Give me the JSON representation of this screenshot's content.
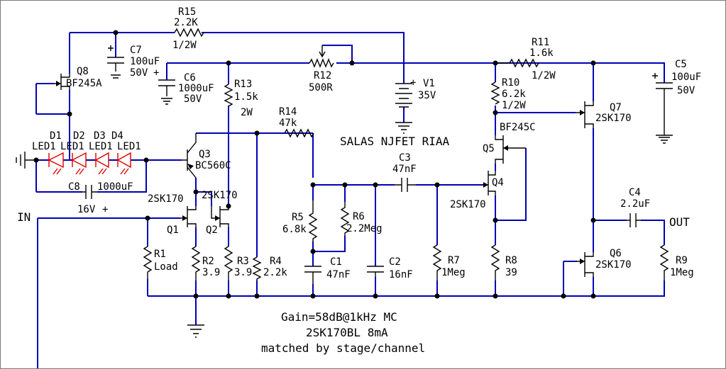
{
  "title": "SALAS NJFET RIAA",
  "notes": [
    "Gain=58dB@1kHz MC",
    "2SK170BL 8mA",
    "matched by stage/channel"
  ],
  "ports": {
    "input": "IN",
    "output": "OUT"
  },
  "colors": {
    "wire": "#0000b4",
    "component": "#000000",
    "led": "#dd0000",
    "frame": "#7a7a7a"
  },
  "resistors": [
    {
      "ref": "R1",
      "value": "Load"
    },
    {
      "ref": "R2",
      "value": "3.9"
    },
    {
      "ref": "R3",
      "value": "3.9"
    },
    {
      "ref": "R4",
      "value": "2.2k"
    },
    {
      "ref": "R5",
      "value": "6.8k"
    },
    {
      "ref": "R6",
      "value": "2.2Meg"
    },
    {
      "ref": "R7",
      "value": "1Meg"
    },
    {
      "ref": "R8",
      "value": "39"
    },
    {
      "ref": "R9",
      "value": "1Meg"
    },
    {
      "ref": "R10",
      "value": "6.2k",
      "rating": "1/2W"
    },
    {
      "ref": "R11",
      "value": "1.6k",
      "rating": "1/2W"
    },
    {
      "ref": "R12",
      "value": "500R"
    },
    {
      "ref": "R13",
      "value": "1.5k",
      "rating": "2W"
    },
    {
      "ref": "R14",
      "value": "47k"
    },
    {
      "ref": "R15",
      "value": "2.2K",
      "rating": "1/2W"
    }
  ],
  "capacitors": [
    {
      "ref": "C1",
      "value": "47nF"
    },
    {
      "ref": "C2",
      "value": "16nF"
    },
    {
      "ref": "C3",
      "value": "47nF"
    },
    {
      "ref": "C4",
      "value": "2.2uF"
    },
    {
      "ref": "C5",
      "value": "100uF",
      "rating": "50V"
    },
    {
      "ref": "C6",
      "value": "1000uF",
      "rating": "50V"
    },
    {
      "ref": "C7",
      "value": "100uF",
      "rating": "50V"
    },
    {
      "ref": "C8",
      "value": "1000uF",
      "rating": "16V"
    }
  ],
  "transistors": [
    {
      "ref": "Q1",
      "part": "2SK170"
    },
    {
      "ref": "Q2",
      "part": "2SK170"
    },
    {
      "ref": "Q3",
      "part": "BC560C"
    },
    {
      "ref": "Q4",
      "part": "2SK170"
    },
    {
      "ref": "Q5",
      "part": "BF245C"
    },
    {
      "ref": "Q6",
      "part": "2SK170"
    },
    {
      "ref": "Q7",
      "part": "2SK170"
    },
    {
      "ref": "Q8",
      "part": "BF245A"
    }
  ],
  "diodes": [
    {
      "ref": "D1",
      "part": "LED1"
    },
    {
      "ref": "D2",
      "part": "LED1"
    },
    {
      "ref": "D3",
      "part": "LED1"
    },
    {
      "ref": "D4",
      "part": "LED1"
    }
  ],
  "sources": [
    {
      "ref": "V1",
      "value": "35V"
    }
  ]
}
